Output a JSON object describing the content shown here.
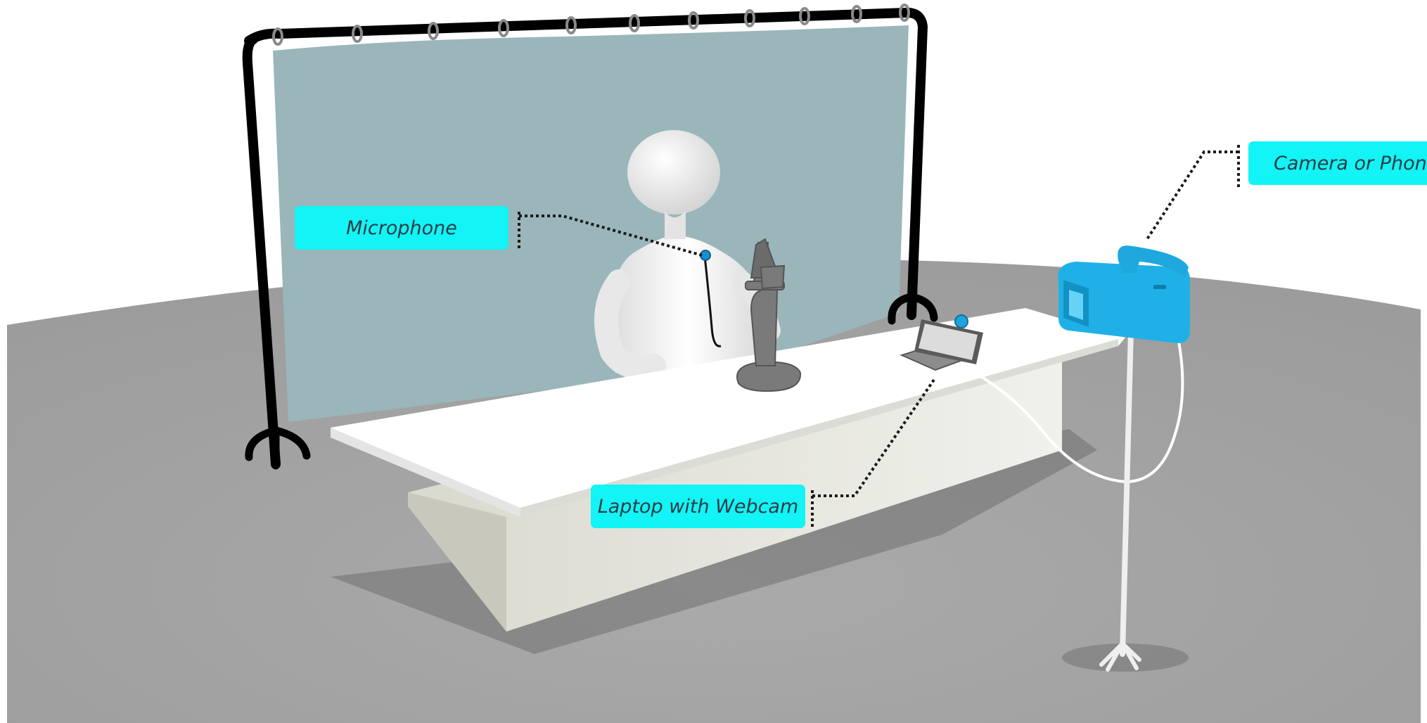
{
  "labels": {
    "microphone": "Microphone",
    "laptop": "Laptop with Webcam",
    "camera": "Camera or Phone"
  },
  "colors": {
    "callout": "#12f4f6",
    "backdrop": "#9ab6bb",
    "floor": "#a3a3a3",
    "device": "#22b3e6",
    "frame": "#000000"
  }
}
